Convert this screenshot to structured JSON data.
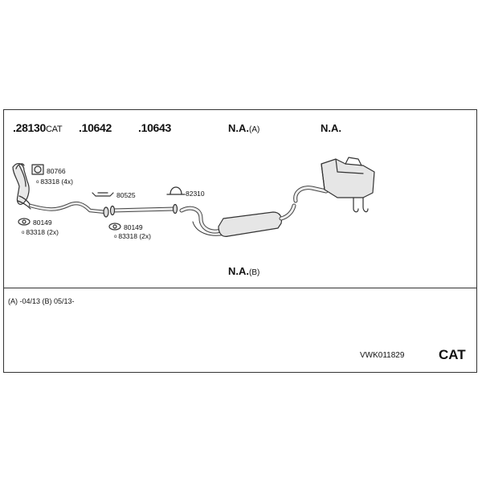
{
  "headers": [
    {
      "code": ".28130",
      "suffix": "CAT"
    },
    {
      "code": ".10642",
      "suffix": ""
    },
    {
      "code": ".10643",
      "suffix": ""
    },
    {
      "code": "N.A.",
      "suffix": "(A)"
    },
    {
      "code": "N.A.",
      "suffix": ""
    }
  ],
  "part_labels": {
    "p80766": "80766",
    "p83318_4x": "83318 (4x)",
    "p80149_a": "80149",
    "p83318_2x_a": "83318 (2x)",
    "p80525": "80525",
    "p80149_b": "80149",
    "p83318_2x_b": "83318 (2x)",
    "p82310": "82310"
  },
  "na_b": {
    "code": "N.A.",
    "suffix": "(B)"
  },
  "note": "(A) -04/13 (B) 05/13-",
  "reference": "VWK011829",
  "cat_label": "CAT"
}
